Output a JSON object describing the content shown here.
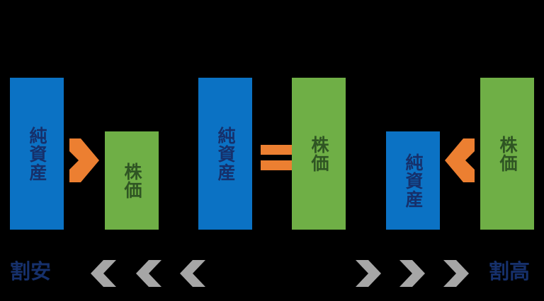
{
  "diagram": {
    "title_colors": {
      "asset_bar": "#0b72c4",
      "price_bar": "#6faf46",
      "operator_orange": "#ec7f31",
      "chevron_gray": "#a6a6a6",
      "navy_text": "#16306b",
      "green_text": "#2f5523",
      "background": "#000000"
    },
    "groups": [
      {
        "id": "undervalued",
        "asset_label": "純資産",
        "price_label": "株価",
        "operator": "greater-than",
        "operator_glyph": ">"
      },
      {
        "id": "fairvalued",
        "asset_label": "純資産",
        "price_label": "株価",
        "operator": "equals",
        "operator_glyph": "="
      },
      {
        "id": "overvalued",
        "asset_label": "純資産",
        "price_label": "株価",
        "operator": "less-than",
        "operator_glyph": "<"
      }
    ],
    "scale": {
      "left_label": "割安",
      "right_label": "割高",
      "left_chevrons": [
        "«",
        "«",
        "«"
      ],
      "right_chevrons": [
        "»",
        "»",
        "»"
      ]
    }
  }
}
